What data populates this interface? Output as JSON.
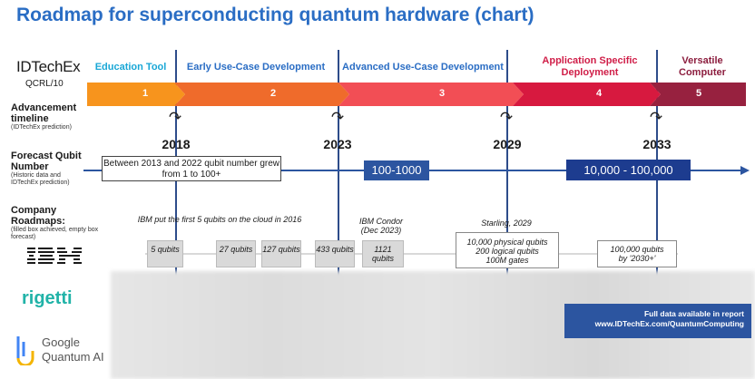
{
  "title": "Roadmap for superconducting quantum hardware (chart)",
  "logo": {
    "name": "IDTechEx",
    "code": "QCRL/10"
  },
  "phases": [
    {
      "label": "Education Tool",
      "number": "1",
      "color": "#f7941d"
    },
    {
      "label": "Early Use-Case Development",
      "number": "2",
      "color": "#ef6b2b"
    },
    {
      "label": "Advanced Use-Case Development",
      "number": "3",
      "color": "#f24e55"
    },
    {
      "label": "Application Specific Deployment",
      "number": "4",
      "color": "#d7193f"
    },
    {
      "label": "Versatile Computer",
      "number": "5",
      "color": "#97213f"
    }
  ],
  "rows": {
    "advancement": {
      "main": "Advancement timeline",
      "sub": "(IDTechEx prediction)"
    },
    "forecast": {
      "main": "Forecast Qubit Number",
      "sub": "(Historic data and IDTechEx prediction)"
    },
    "company": {
      "main": "Company Roadmaps:",
      "sub": "(filled box achieved, empty box forecast)"
    }
  },
  "years": [
    "2018",
    "2023",
    "2029",
    "2033"
  ],
  "forecast": {
    "historic": "Between 2013 and 2022 qubit number grew from 1 to 100+",
    "mid": "100-1000",
    "high": "10,000 - 100,000"
  },
  "ibm": {
    "logo": "IBM",
    "cloud_note": "IBM put the first 5 qubits on the cloud in 2016",
    "condor_note": "IBM Condor (Dec 2023)",
    "starling_note": "Starling, 2029",
    "achieved": [
      "5 qubits",
      "27 qubits",
      "127 qubits",
      "433 qubits",
      "1121 qubits"
    ],
    "forecast_starling": [
      "10,000 physical qubits",
      "200 logical qubits",
      "100M gates"
    ],
    "forecast_2030": [
      "100,000 qubits",
      "by '2030+'"
    ]
  },
  "companies": {
    "rigetti": "rigetti",
    "google_line1": "Google",
    "google_line2": "Quantum AI"
  },
  "footer": {
    "line1": "Full data available in report",
    "line2": "www.IDTechEx.com/QuantumComputing"
  }
}
